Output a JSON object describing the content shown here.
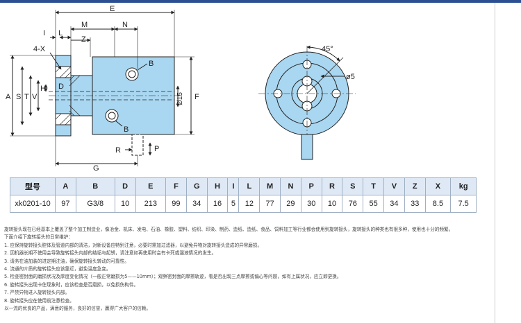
{
  "drawing": {
    "dim_labels": {
      "E": "E",
      "M": "M",
      "N": "N",
      "I": "I",
      "L": "L",
      "Z": "Z",
      "fourX": "4-X",
      "A": "A",
      "S": "S",
      "T": "T",
      "V": "V",
      "D": "D",
      "H": "H",
      "B1": "B",
      "B2": "B",
      "R": "R",
      "P": "P",
      "G": "G",
      "phi15": "Ø15",
      "F": "F",
      "angle": "45°",
      "phi5": "ø5"
    }
  },
  "table": {
    "headers": [
      "型号",
      "A",
      "B",
      "D",
      "E",
      "F",
      "G",
      "H",
      "I",
      "L",
      "M",
      "N",
      "P",
      "R",
      "S",
      "T",
      "V",
      "Z",
      "X",
      "kg"
    ],
    "rows": [
      [
        "xk0201-10",
        "97",
        "G3/8",
        "10",
        "213",
        "99",
        "34",
        "16",
        "5",
        "12",
        "77",
        "29",
        "30",
        "10",
        "76",
        "55",
        "34",
        "33",
        "8.5",
        "7.5"
      ]
    ]
  },
  "notes": {
    "intro": "旋转接头现在已经基本上覆盖了整个加工制造业，像冶金、机床、发电、石油、橡胶、塑料、纺织、印染、制药、造纸、造纸、食品、饲料加工等行业都会使用到旋转接头，旋转接头的种类也有很多种，使用也十分的频繁。",
    "heading": "下面介绍下旋转接头的日常维护：",
    "items": [
      "1. 应保持旋转接头腔体及管道内部的清洁，对新设备应特别注意，必要时需加过滤器，以避免异物对旋转接头造成的异常磨损。",
      "2. 因机器长期不使用会导致旋转接头内部的结垢与起锈，请注意如再使用时会有卡死或漏液情况的发生。",
      "3. 请务在油加装的进定期注油，确保旋转接头转动的可靠性。",
      "4. 流通的介质的旋转接头应该靠近，避免温度急变。",
      "5. 检查密封面的磨损状况及厚度变化情况（一般正常磨损为5——10mm）；观察密封面的摩擦轨迹，看是否出现三点摩擦或偏心等问题，如有上属状况，应立即更换。",
      "6. 旋转接头出现卡住现象时，应该检查是否磨损，以免损伤构件。",
      "7. 严禁异物进入旋转接头内部。",
      "8. 旋转接头应在使用前注意检查。",
      "以一流的优良的产品，满意的服务，良好的信誉，赢得广大客户的信赖。"
    ]
  }
}
